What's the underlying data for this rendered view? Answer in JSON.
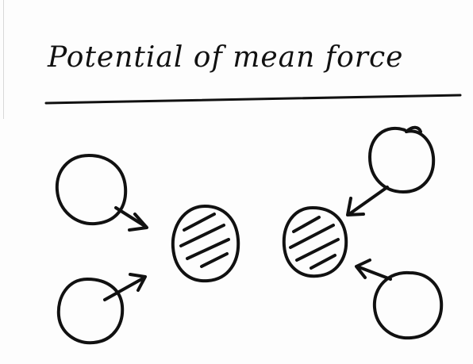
{
  "title": "Potential of mean force",
  "colors": {
    "ink": "#111111",
    "paper": "#fdfdfd"
  },
  "molecules": [
    {
      "role": "solvent",
      "hatched": false
    },
    {
      "role": "solvent",
      "hatched": false
    },
    {
      "role": "solute",
      "hatched": true
    },
    {
      "role": "solute",
      "hatched": true
    },
    {
      "role": "solvent",
      "hatched": false
    },
    {
      "role": "solvent",
      "hatched": false
    }
  ]
}
